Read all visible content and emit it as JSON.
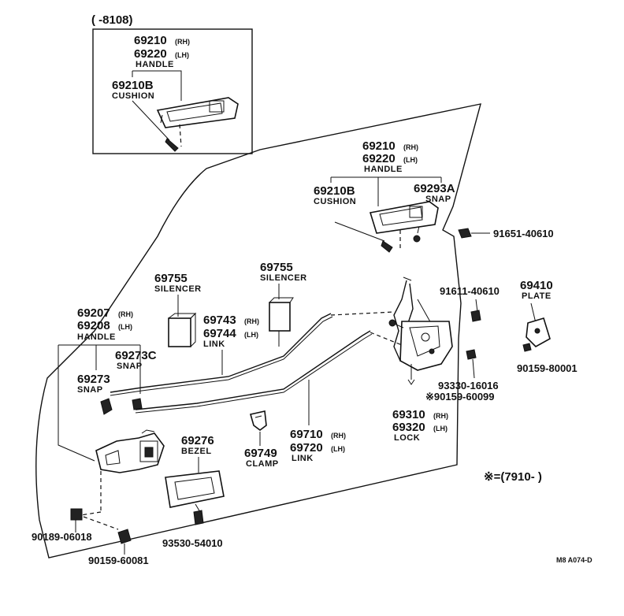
{
  "inset": {
    "range": "(      -8108)",
    "handle_rh": "69210",
    "handle_rh_side": "(RH)",
    "handle_lh": "69220",
    "handle_lh_side": "(LH)",
    "handle_name": "HANDLE",
    "cushion_pn": "69210B",
    "cushion_name": "CUSHION"
  },
  "upper_handle": {
    "rh": "69210",
    "rh_side": "(RH)",
    "lh": "69220",
    "lh_side": "(LH)",
    "name": "HANDLE",
    "cushion_pn": "69210B",
    "cushion_name": "CUSHION",
    "snap_pn": "69293A",
    "snap_name": "SNAP"
  },
  "bolt_91651": "91651-40610",
  "bolt_91611": "91611-40610",
  "plate": {
    "pn": "69410",
    "name": "PLATE"
  },
  "screw_90159_80001": "90159-80001",
  "screw_93330": "93330-16016",
  "screw_90159_60099": "※90159-60099",
  "lock": {
    "rh": "69310",
    "rh_side": "(RH)",
    "lh": "69320",
    "lh_side": "(LH)",
    "name": "LOCK"
  },
  "silencer_left": {
    "pn": "69755",
    "name": "SILENCER"
  },
  "silencer_right": {
    "pn": "69755",
    "name": "SILENCER"
  },
  "link_upper": {
    "rh": "69743",
    "rh_side": "(RH)",
    "lh": "69744",
    "lh_side": "(LH)",
    "name": "LINK"
  },
  "link_lower": {
    "rh": "69710",
    "rh_side": "(RH)",
    "lh": "69720",
    "lh_side": "(LH)",
    "name": "LINK"
  },
  "inner_handle": {
    "rh": "69207",
    "rh_side": "(RH)",
    "lh": "69208",
    "lh_side": "(LH)",
    "name": "HANDLE"
  },
  "snap_c": {
    "pn": "69273C",
    "name": "SNAP"
  },
  "snap": {
    "pn": "69273",
    "name": "SNAP"
  },
  "bezel": {
    "pn": "69276",
    "name": "BEZEL"
  },
  "clamp": {
    "pn": "69749",
    "name": "CLAMP"
  },
  "nut_90189": "90189-06018",
  "screw_90159_60081": "90159-60081",
  "screw_93530": "93530-54010",
  "footnote": "※=(7910-        )",
  "drawing_code": "M8 A074-D"
}
